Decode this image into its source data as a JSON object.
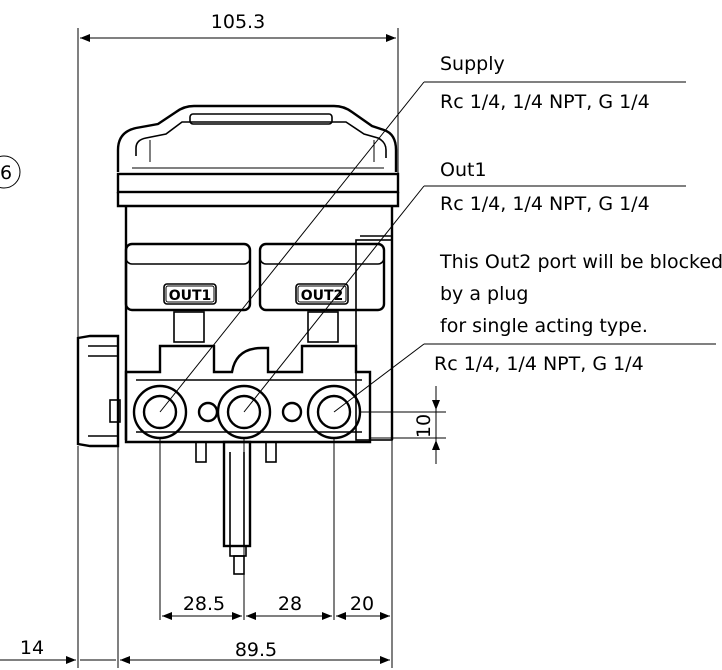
{
  "dimensions": {
    "overall_width": "105.3",
    "left_offset": "14",
    "body_width": "89.5",
    "port_pitch_1": "28.5",
    "port_pitch_2": "28",
    "port_edge": "20",
    "port_height": "10",
    "edge_mark": "6"
  },
  "callouts": {
    "supply_title": "Supply",
    "supply_spec": "Rc 1/4, 1/4 NPT, G 1/4",
    "out1_title": "Out1",
    "out1_spec": "Rc 1/4, 1/4 NPT, G 1/4",
    "out2_note_1": "This Out2 port will be blocked",
    "out2_note_2": "by a plug",
    "out2_note_3": "for single acting type.",
    "out2_spec": "Rc 1/4, 1/4 NPT, G 1/4"
  },
  "body_labels": {
    "out1_badge": "OUT1",
    "out2_badge": "OUT2"
  }
}
